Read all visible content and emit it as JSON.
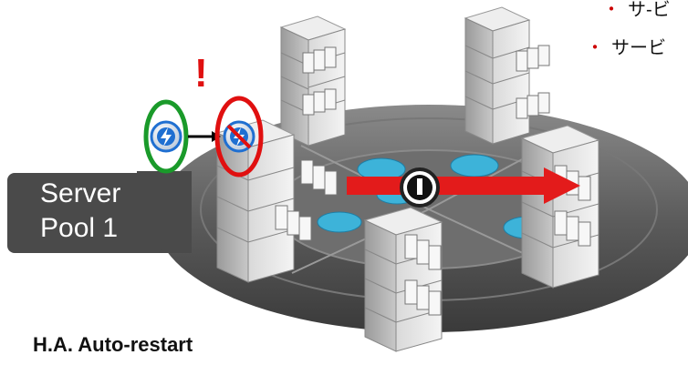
{
  "pool_label": {
    "line1": "Server",
    "line2": "Pool 1"
  },
  "caption": "H.A. Auto-restart",
  "bullets": [
    {
      "marker": "・",
      "text": "サ-ビ"
    },
    {
      "marker": "・",
      "text": "サービ"
    }
  ],
  "alert": "!",
  "colors": {
    "ring": "#4d4d4d",
    "pad": "#3db3d9",
    "arrow": "#e31b1b",
    "ok_circle": "#1a9a2a",
    "fail_circle": "#e01010",
    "vm_badge": "#1f6fd1"
  },
  "icons": [
    "vm-icon",
    "failed-vm-icon",
    "power-icon",
    "server-rack-icon",
    "arrow-right-icon"
  ]
}
